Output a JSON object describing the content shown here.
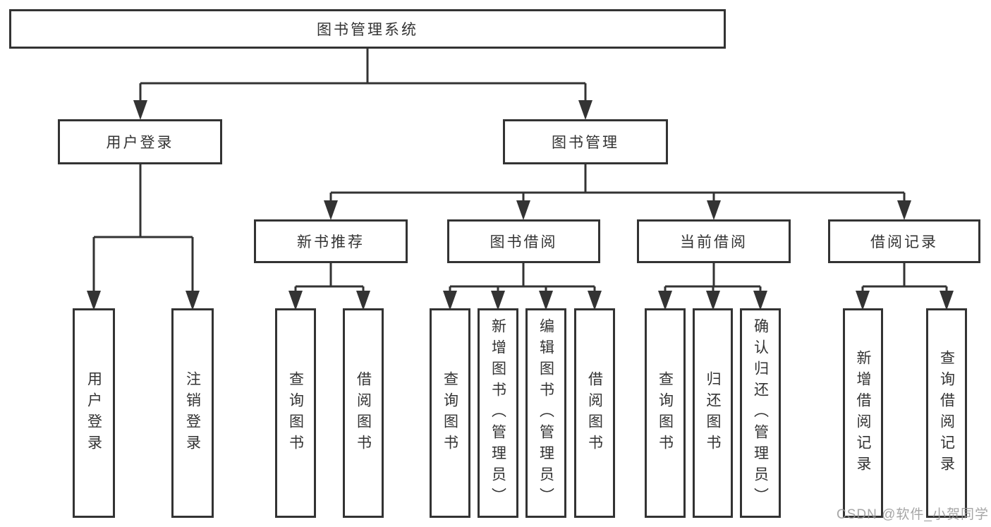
{
  "diagram": {
    "type": "hierarchy-tree",
    "nodes": {
      "root": "图书管理系统",
      "login": "用户登录",
      "mgmt": "图书管理",
      "l3": [
        "新书推荐",
        "图书借阅",
        "当前借阅",
        "借阅记录"
      ],
      "leaves": [
        "用户登录",
        "注销登录",
        "查询图书",
        "借阅图书",
        "查询图书",
        "新增图书（管理员）",
        "编辑图书（管理员）",
        "借阅图书",
        "查询图书",
        "归还图书",
        "确认归还（管理员）",
        "新增借阅记录",
        "查询借阅记录"
      ]
    },
    "structure": {
      "root_children": [
        "用户登录",
        "图书管理"
      ],
      "用户登录": [
        "用户登录",
        "注销登录"
      ],
      "图书管理": [
        "新书推荐",
        "图书借阅",
        "当前借阅",
        "借阅记录"
      ],
      "新书推荐": [
        "查询图书",
        "借阅图书"
      ],
      "图书借阅": [
        "查询图书",
        "新增图书（管理员）",
        "编辑图书（管理员）",
        "借阅图书"
      ],
      "当前借阅": [
        "查询图书",
        "归还图书",
        "确认归还（管理员）"
      ],
      "借阅记录": [
        "新增借阅记录",
        "查询借阅记录"
      ]
    },
    "colors": {
      "line": "#333333",
      "box_border": "#333333",
      "box_background": "#ffffff",
      "text": "#333333",
      "watermark": "#969696",
      "page_background": "#ffffff"
    }
  },
  "watermark": {
    "text": "CSDN @软件_小贺同学"
  }
}
